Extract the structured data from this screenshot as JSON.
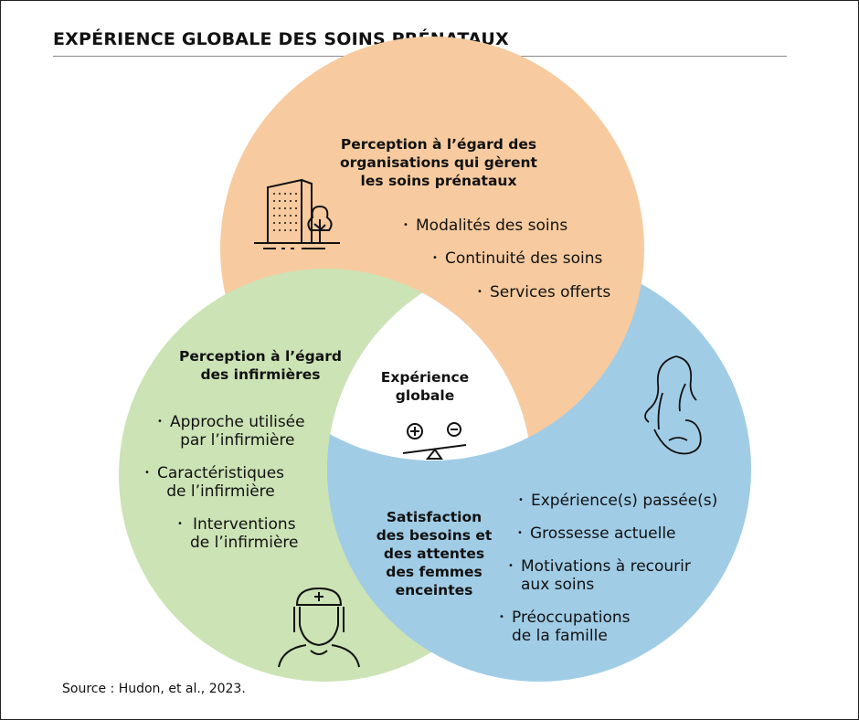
{
  "title": "EXPÉRIENCE GLOBALE DES SOINS PRÉNATAUX",
  "colors": {
    "organisations": "#F7CB9F",
    "infirmieres": "#CCE3B5",
    "femmes": "#A0CCE6",
    "center": "#FFFFFF"
  },
  "organisations": {
    "heading": [
      "Perception à l’égard des",
      "organisations qui gèrent",
      "les soins prénataux"
    ],
    "items": [
      "Modalités des soins",
      "Continuité des soins",
      "Services offerts"
    ],
    "icon": "building-tree-icon"
  },
  "infirmieres": {
    "heading": [
      "Perception à l’égard",
      "des infirmières"
    ],
    "items": [
      [
        "Approche utilisée",
        "par l’infirmière"
      ],
      [
        "Caractéristiques",
        "de l’infirmière"
      ],
      [
        "Interventions",
        "de l’infirmière"
      ]
    ],
    "icon": "nurse-icon"
  },
  "femmes": {
    "heading": [
      "Satisfaction",
      "des besoins et",
      "des attentes",
      "des femmes",
      "enceintes"
    ],
    "items": [
      [
        "Expérience(s) passée(s)"
      ],
      [
        "Grossesse actuelle"
      ],
      [
        "Motivations à recourir",
        "aux soins"
      ],
      [
        "Préoccupations",
        "de la famille"
      ]
    ],
    "icon": "pregnant-woman-icon"
  },
  "center": {
    "label": [
      "Expérience",
      "globale"
    ],
    "icon": "balance-scale-icon"
  },
  "source": "Source : Hudon, et al., 2023."
}
